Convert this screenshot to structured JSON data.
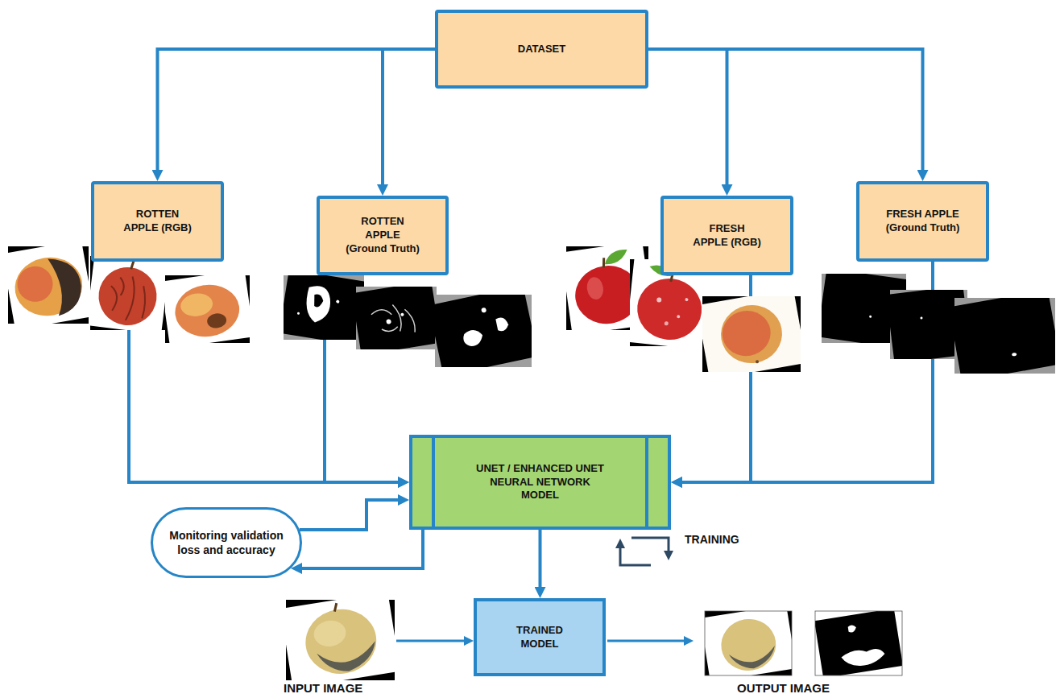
{
  "diagram": {
    "nodes": [
      {
        "text": [
          "DATASET"
        ]
      },
      {
        "text": [
          "ROTTEN APPLE (RGB)"
        ]
      },
      {
        "text": [
          "ROTTEN APPLE (Ground Truth)"
        ]
      },
      {
        "text": [
          "FRESH APPLE (RGB)"
        ]
      },
      {
        "text": [
          "FRESH APPLE (Ground Truth)"
        ]
      },
      {
        "text": [
          "UNET / ENHANCED UNET NEURAL NETWORK MODEL"
        ]
      },
      {
        "text": [
          "Monitoring validation loss and accuracy"
        ]
      },
      {
        "text": [
          "TRAINED MODEL"
        ]
      }
    ],
    "edges": [
      {
        "from": 0,
        "to": 1,
        "arrow": "to"
      },
      {
        "from": 0,
        "to": 2,
        "arrow": "to"
      },
      {
        "from": 0,
        "to": 3,
        "arrow": "to"
      },
      {
        "from": 0,
        "to": 4,
        "arrow": "to"
      },
      {
        "from": 1,
        "to": 5,
        "arrow": "to"
      },
      {
        "from": 2,
        "to": 5,
        "arrow": "to"
      },
      {
        "from": 3,
        "to": 5,
        "arrow": "to"
      },
      {
        "from": 4,
        "to": 5,
        "arrow": "to"
      },
      {
        "from": 6,
        "to": 5,
        "arrow": "to"
      },
      {
        "from": 5,
        "to": 6,
        "arrow": "to"
      },
      {
        "from": 5,
        "to": 7,
        "arrow": "to"
      }
    ],
    "labels": [
      "TRAINING",
      "INPUT IMAGE",
      "OUTPUT IMAGE"
    ]
  }
}
